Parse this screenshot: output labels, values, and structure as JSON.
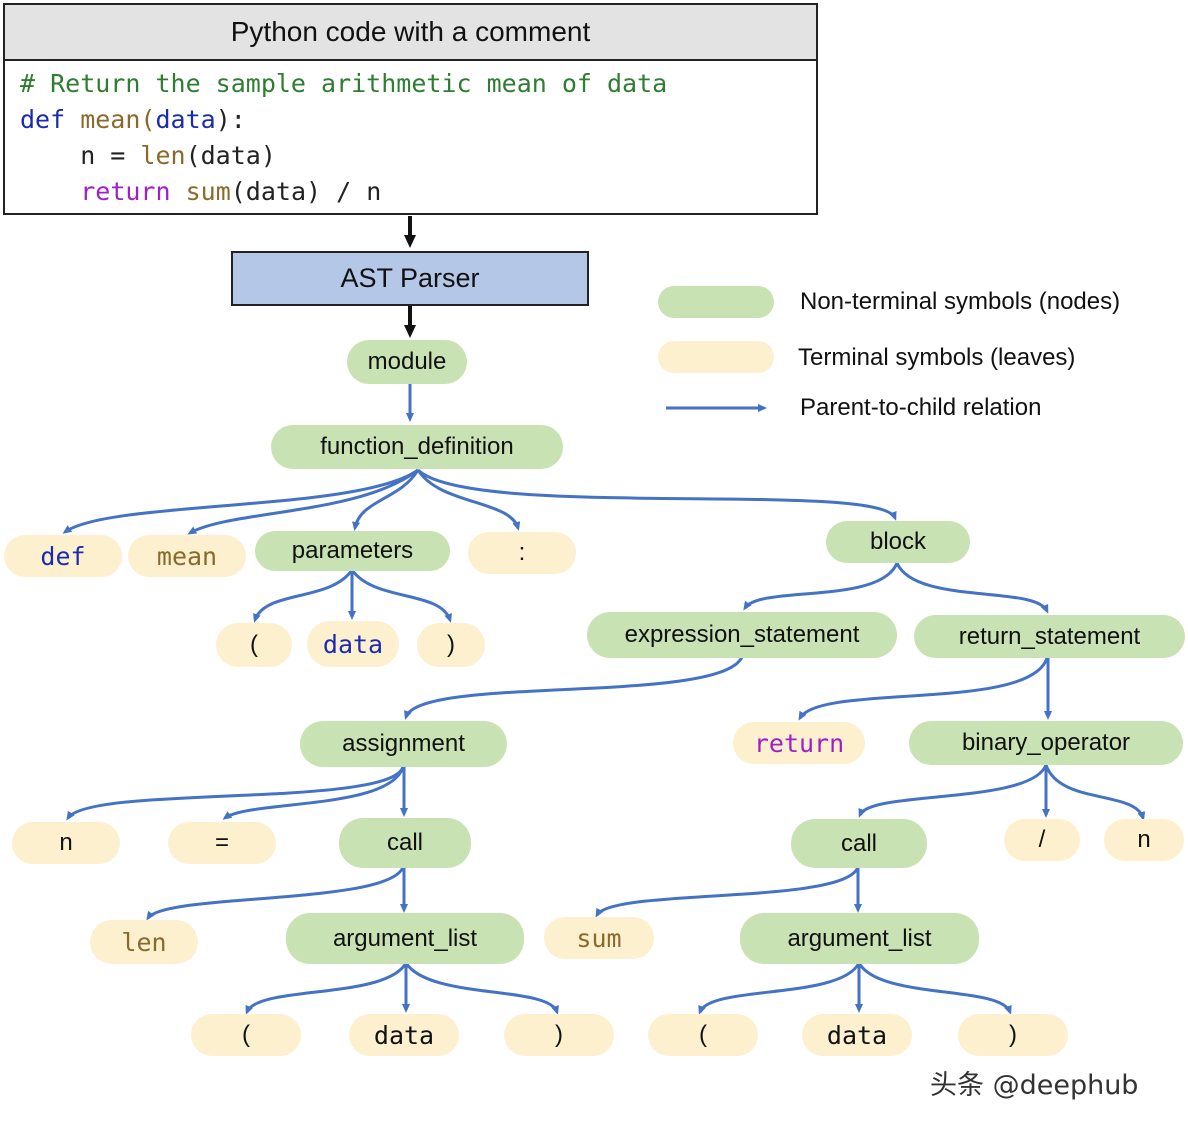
{
  "code_panel": {
    "title": "Python code with a comment",
    "lines": [
      [
        {
          "text": "# Return the sample arithmetic mean of data",
          "kind": "comment"
        }
      ],
      [
        {
          "text": "def",
          "kind": "keyword"
        },
        {
          "text": " mean(",
          "kind": "func"
        },
        {
          "text": "data",
          "kind": "keyword"
        },
        {
          "text": "):",
          "kind": "plain"
        }
      ],
      [
        {
          "text": "    n = ",
          "kind": "plain"
        },
        {
          "text": "len",
          "kind": "func"
        },
        {
          "text": "(data)",
          "kind": "plain"
        }
      ],
      [
        {
          "text": "    ",
          "kind": "plain"
        },
        {
          "text": "return",
          "kind": "return"
        },
        {
          "text": " ",
          "kind": "plain"
        },
        {
          "text": "sum",
          "kind": "func"
        },
        {
          "text": "(data) / n",
          "kind": "plain"
        }
      ]
    ]
  },
  "parser": {
    "label": "AST Parser"
  },
  "legend": {
    "nonterminal_label": "Non-terminal symbols (nodes)",
    "terminal_label": "Terminal symbols (leaves)",
    "relation_label": "Parent-to-child relation"
  },
  "tree": {
    "module": "module",
    "function_definition": "function_definition",
    "def": "def",
    "mean": "mean",
    "parameters": "parameters",
    "colon": ":",
    "block": "block",
    "param_lparen": "(",
    "param_data": "data",
    "param_rparen": ")",
    "expression_statement": "expression_statement",
    "return_statement": "return_statement",
    "assignment": "assignment",
    "return_kw": "return",
    "binary_operator": "binary_operator",
    "n": "n",
    "equals": "=",
    "call_len": "call",
    "call_sum": "call",
    "slash": "/",
    "n_right": "n",
    "len": "len",
    "argument_list_left": "argument_list",
    "sum": "sum",
    "argument_list_right": "argument_list",
    "args_left_lparen": "(",
    "args_left_data": "data",
    "args_left_rparen": ")",
    "args_right_lparen": "(",
    "args_right_data": "data",
    "args_right_rparen": ")"
  },
  "colors": {
    "nonterminal": "#c9e2b4",
    "terminal": "#fdf0cf",
    "edge": "#4472c4",
    "keyword": "#1b2bb0",
    "return_keyword": "#a020c8",
    "identifier": "#8a6a2a",
    "comment": "#2e7d32"
  },
  "watermark": "头条 @deephub"
}
